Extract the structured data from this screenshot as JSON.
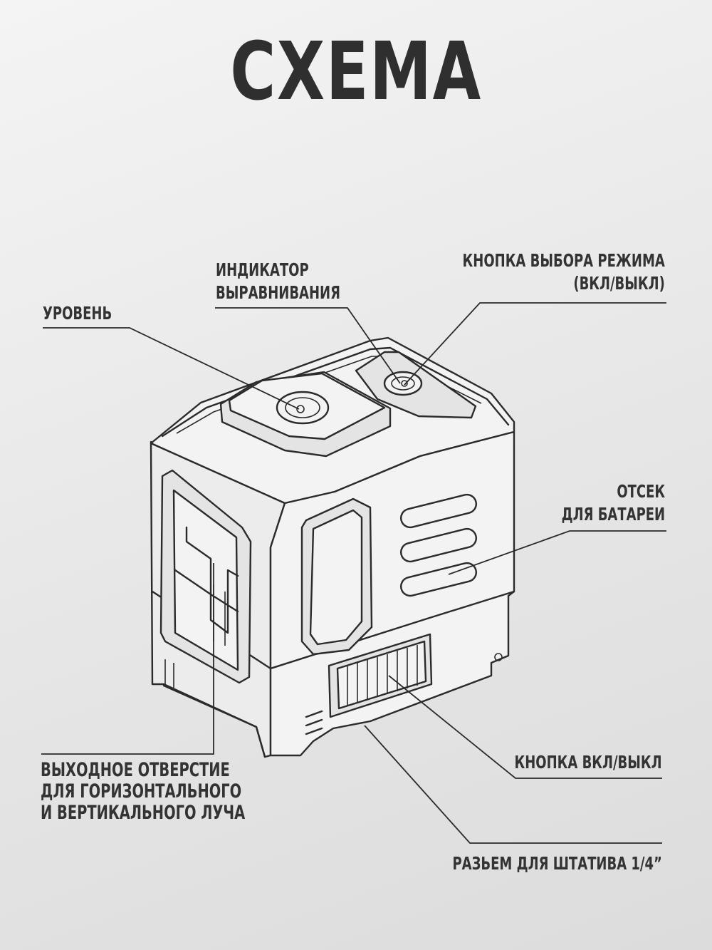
{
  "title": "СХЕМА",
  "labels": {
    "level": "УРОВЕНЬ",
    "indicator": [
      "ИНДИКАТОР",
      "ВЫРАВНИВАНИЯ"
    ],
    "mode_button": [
      "КНОПКА ВЫБОРА РЕЖИМА",
      "(ВКЛ/ВЫКЛ)"
    ],
    "battery": [
      "ОТСЕК",
      "ДЛЯ БАТАРЕИ"
    ],
    "output": [
      "ВЫХОДНОЕ ОТВЕРСТИЕ",
      "ДЛЯ ГОРИЗОНТАЛЬНОГО",
      "И ВЕРТИКАЛЬНОГО ЛУЧА"
    ],
    "power_button": "КНОПКА ВКЛ/ВЫКЛ",
    "tripod": "РАЗЬЕМ ДЛЯ ШТАТИВА 1/4”"
  }
}
